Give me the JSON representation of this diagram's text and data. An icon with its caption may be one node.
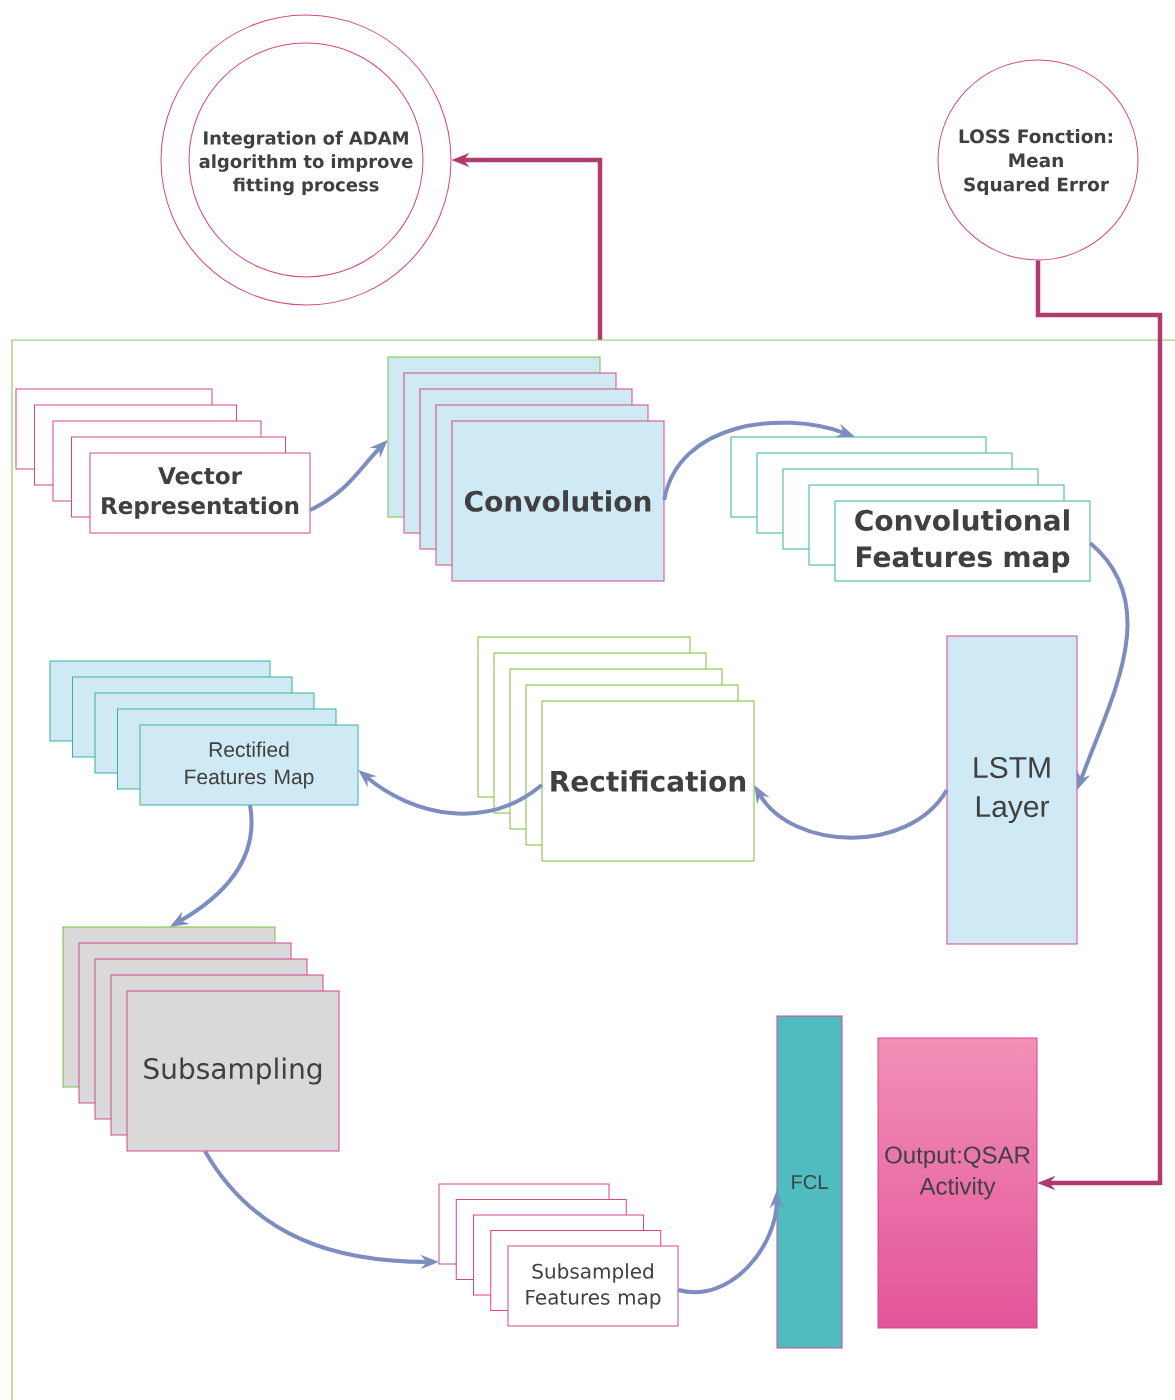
{
  "diagram": {
    "nodes": [
      {
        "text": [
          "Integration of ADAM algorithm to improve fitting process"
        ]
      },
      {
        "text": [
          "LOSS Fonction: Mean Squared Error"
        ]
      },
      {
        "text": [],
        "shape": "box"
      },
      {
        "text": [
          "Vector Representation"
        ],
        "in": 2
      },
      {
        "text": [
          "Convolution"
        ],
        "in": 2
      },
      {
        "text": [
          "Convolutional Features map"
        ],
        "in": 2
      },
      {
        "text": [
          "LSTM Layer"
        ],
        "in": 2
      },
      {
        "text": [
          "Rectification"
        ],
        "in": 2
      },
      {
        "text": [
          "Rectified Features Map"
        ],
        "in": 2
      },
      {
        "text": [
          "Subsampling"
        ],
        "in": 2
      },
      {
        "text": [
          "Subsampled Features map"
        ],
        "in": 2
      },
      {
        "text": [
          "FCL"
        ],
        "in": 2
      },
      {
        "text": [
          "Output:QSAR Activity"
        ],
        "in": 2
      }
    ],
    "edges": [
      {
        "from": 3,
        "to": 4,
        "arrow": "to"
      },
      {
        "from": 4,
        "to": 5,
        "arrow": "to"
      },
      {
        "from": 5,
        "to": 6,
        "arrow": "to"
      },
      {
        "from": 6,
        "to": 7,
        "arrow": "to"
      },
      {
        "from": 7,
        "to": 8,
        "arrow": "to"
      },
      {
        "from": 8,
        "to": 9,
        "arrow": "to"
      },
      {
        "from": 9,
        "to": 10,
        "arrow": "to"
      },
      {
        "from": 10,
        "to": 11,
        "arrow": "to"
      },
      {
        "from": 2,
        "to": 0,
        "arrow": "to",
        "color": "#b03c6e"
      },
      {
        "from": 1,
        "to": 12,
        "arrow": "to",
        "color": "#b03c6e"
      }
    ]
  }
}
